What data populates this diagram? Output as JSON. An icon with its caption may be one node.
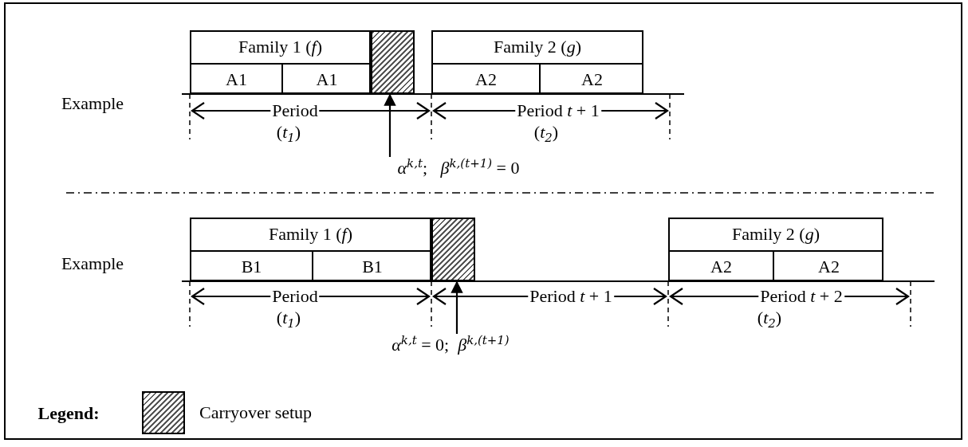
{
  "diagram": {
    "nodes": [
      {
        "text": [
          "Family 1 (*f*)"
        ]
      },
      {
        "text": [
          "A1"
        ],
        "in": 0
      },
      {
        "text": [
          "A1"
        ],
        "in": 0
      },
      {
        "text": [],
        "shape": "box"
      },
      {
        "text": [
          "Family 2 (*g*)"
        ]
      },
      {
        "text": [
          "A2"
        ],
        "in": 4
      },
      {
        "text": [
          "A2"
        ],
        "in": 4
      },
      {
        "text": [
          "*α*$^{k,t}$;   *β*$^{k,(t+1)}$ = 0"
        ]
      },
      {
        "text": [
          "Family 1 (*f*)"
        ]
      },
      {
        "text": [
          "B1"
        ],
        "in": 8
      },
      {
        "text": [
          "B1"
        ],
        "in": 8
      },
      {
        "text": [],
        "shape": "box"
      },
      {
        "text": [
          "Family 2 (*g*)"
        ]
      },
      {
        "text": [
          "A2"
        ],
        "in": 12
      },
      {
        "text": [
          "A2"
        ],
        "in": 12
      },
      {
        "text": [
          "*α*$^{k,t}$ = 0;  *β*$^{k,(t+1)}$"
        ]
      }
    ],
    "edges": [
      {
        "from": 7,
        "to": 3,
        "arrow": "to"
      },
      {
        "from": 15,
        "to": 11,
        "arrow": "to"
      }
    ],
    "labels": [
      "Example",
      "Period",
      "Period *t* + 1",
      "(*t*$_{1}$)",
      "(*t*$_{2}$)",
      "Example",
      "Period",
      "Period *t* + 1",
      "Period *t* + 2",
      "(*t*$_{1}$)",
      "(*t*$_{2}$)",
      "Legend:"
    ],
    "legend": [
      {
        "text": "Carryover setup"
      }
    ]
  }
}
